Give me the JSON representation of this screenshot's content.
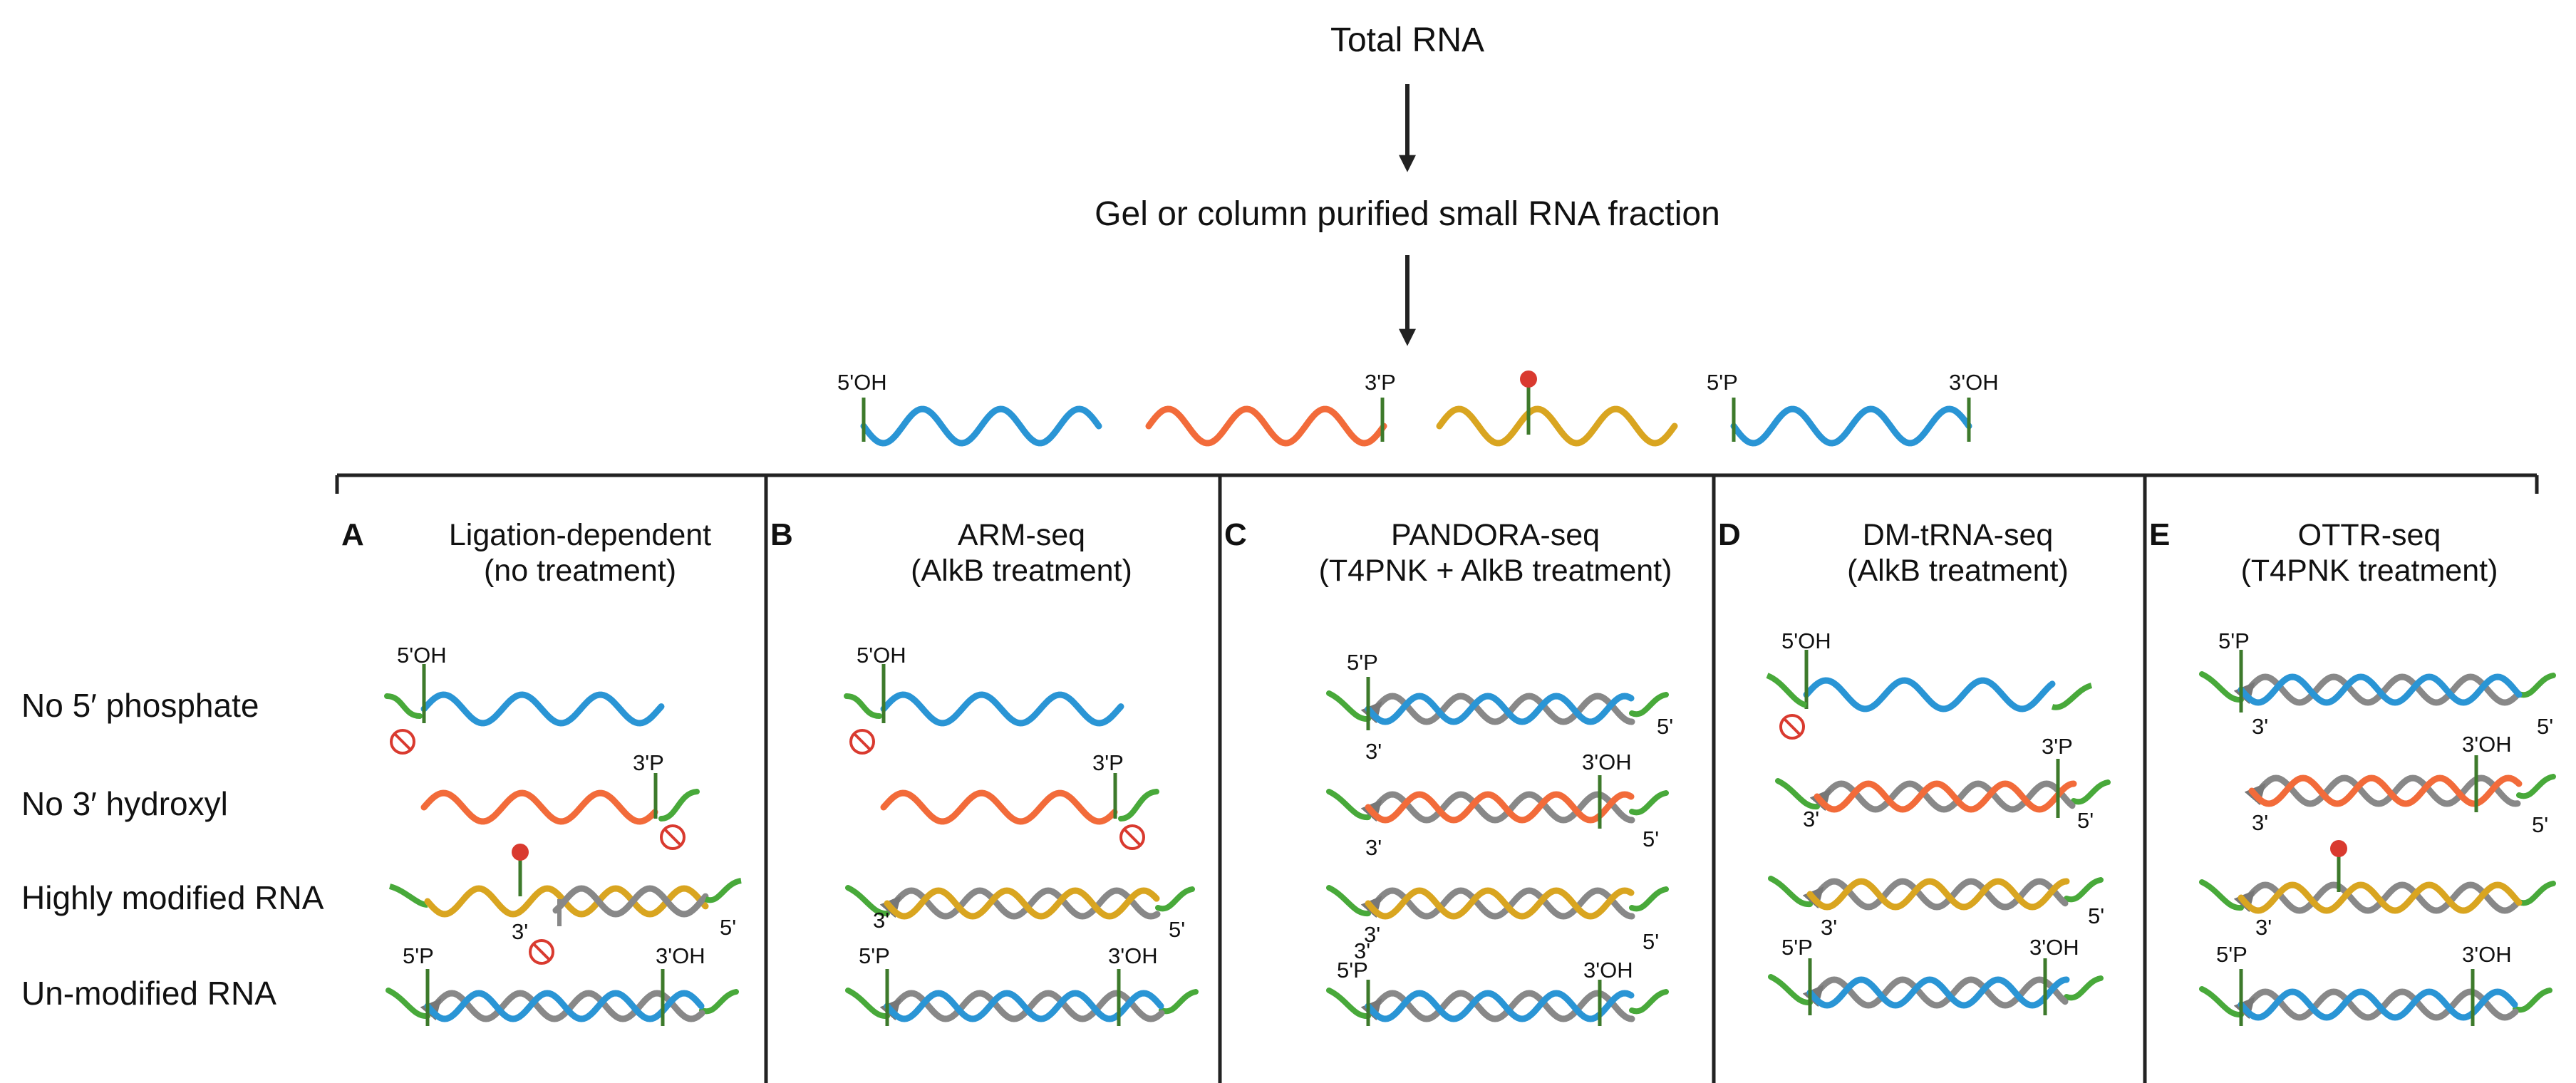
{
  "flow": {
    "top": "Total RNA",
    "middle": "Gel or column purified small RNA fraction"
  },
  "legend_labels": {
    "five_oh": "5'OH",
    "three_p": "3'P",
    "five_p": "5'P",
    "three_oh": "3'OH"
  },
  "row_labels": [
    "No 5′ phosphate",
    "No 3′ hydroxyl",
    "Highly modified RNA",
    "Un-modified RNA"
  ],
  "panels": [
    {
      "letter": "A",
      "title1": "Ligation-dependent",
      "title2": "(no treatment)"
    },
    {
      "letter": "B",
      "title1": "ARM-seq",
      "title2": "(AlkB treatment)"
    },
    {
      "letter": "C",
      "title1": "PANDORA-seq",
      "title2": "(T4PNK + AlkB treatment)"
    },
    {
      "letter": "D",
      "title1": "DM-tRNA-seq",
      "title2": "(AlkB treatment)"
    },
    {
      "letter": "E",
      "title1": "OTTR-seq",
      "title2": "(T4PNK treatment)"
    }
  ],
  "end_labels": {
    "five_oh": "5'OH",
    "five_p": "5'P",
    "three_p": "3'P",
    "three_oh": "3'OH",
    "three": "3'",
    "five": "5'"
  },
  "colors": {
    "blue": "#2a95d5",
    "orange": "#f26b3a",
    "yellow": "#d9a520",
    "grey": "#888888",
    "green": "#48a93a",
    "stem": "#3d7a2b",
    "red": "#d93a2f",
    "line": "#222222"
  }
}
